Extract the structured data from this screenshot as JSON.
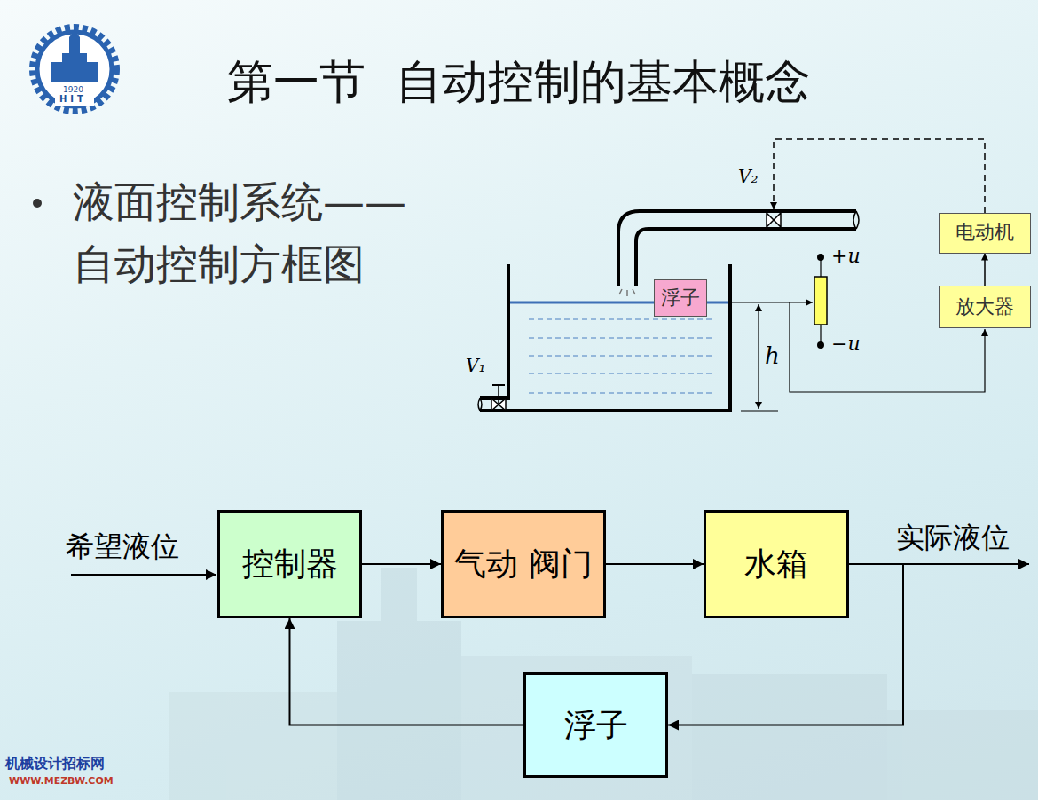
{
  "diagram": {
    "title": "第一节  自动控制的基本概念",
    "nodes": [
      {
        "text": [
          "电动机"
        ]
      },
      {
        "text": [
          "浮子"
        ]
      },
      {
        "text": [
          "放大器"
        ]
      },
      {
        "text": [
          "控制器"
        ]
      },
      {
        "text": [
          "气动 阀门"
        ]
      },
      {
        "text": [
          "水箱"
        ]
      },
      {
        "text": [
          "浮子"
        ]
      }
    ],
    "edges": [
      {
        "from": 2,
        "to": 0,
        "arrow": "to"
      },
      {
        "from": 3,
        "to": 4,
        "arrow": "to"
      },
      {
        "from": 4,
        "to": 5,
        "arrow": "to"
      },
      {
        "from": 5,
        "to": 6,
        "arrow": "to"
      },
      {
        "from": 6,
        "to": 3,
        "arrow": "to"
      }
    ],
    "labels": [
      "1920",
      "HIT",
      "液面控制系统—— 自动控制方框图",
      "V₂",
      "+u",
      "−u",
      "h",
      "V₁",
      "希望液位",
      "实际液位",
      "机械设计招标网",
      "WWW.MEZBW.COM"
    ]
  }
}
